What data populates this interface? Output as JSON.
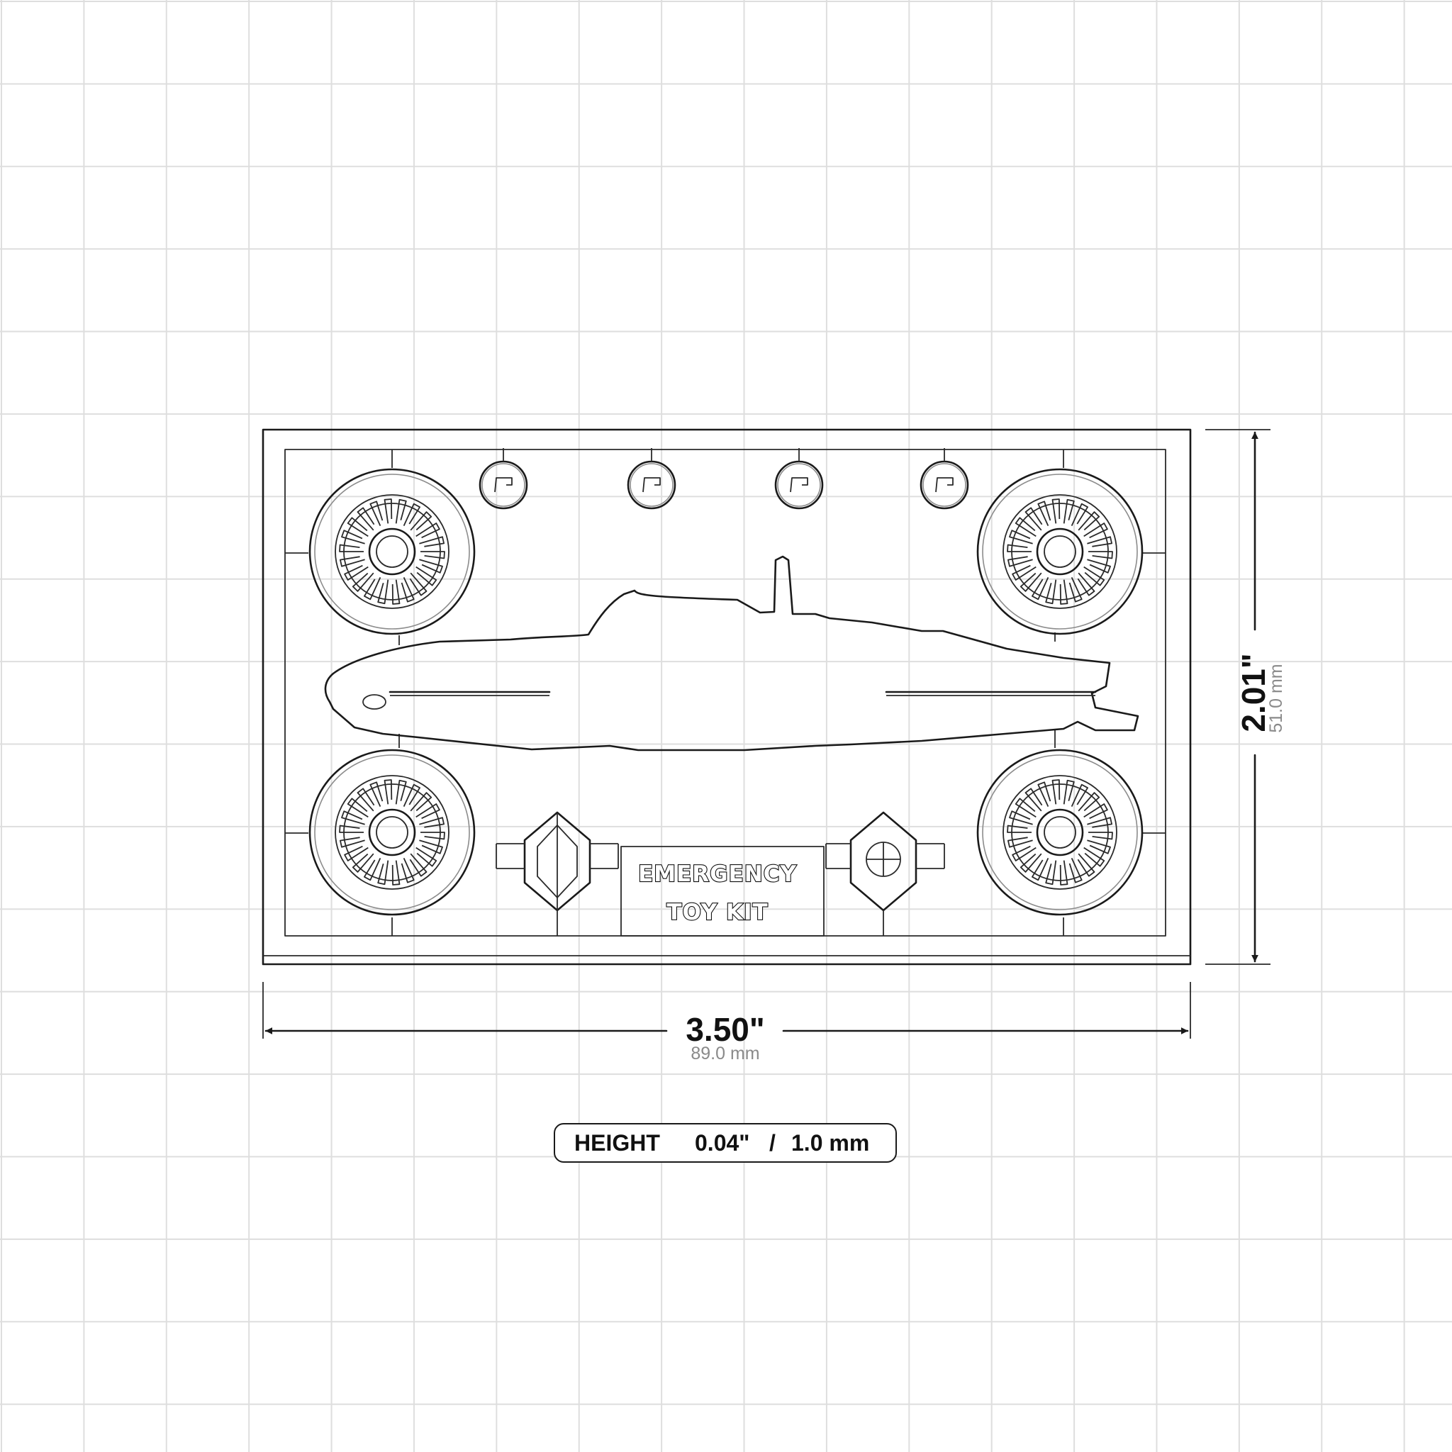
{
  "dimensions": {
    "width": {
      "imperial": "3.50\"",
      "metric": "89.0 mm"
    },
    "depth": {
      "imperial": "2.01\"",
      "metric": "51.0 mm"
    },
    "height_badge": {
      "label": "HEIGHT",
      "imperial": "0.04\"",
      "separator": "/",
      "metric": "1.0 mm"
    }
  },
  "sprue_plate": {
    "text_lines": [
      "EMERGENCY",
      "TOY KIT"
    ],
    "parts": [
      "airplane-fuselage",
      "wheel",
      "wheel",
      "wheel",
      "wheel",
      "propeller-hub",
      "propeller-hub",
      "propeller-hub",
      "propeller-hub",
      "tail-connector",
      "nose-connector"
    ]
  },
  "colors": {
    "line": "#1a1a1a",
    "grid": "#dedede",
    "metric_text": "#8a8a8a"
  }
}
